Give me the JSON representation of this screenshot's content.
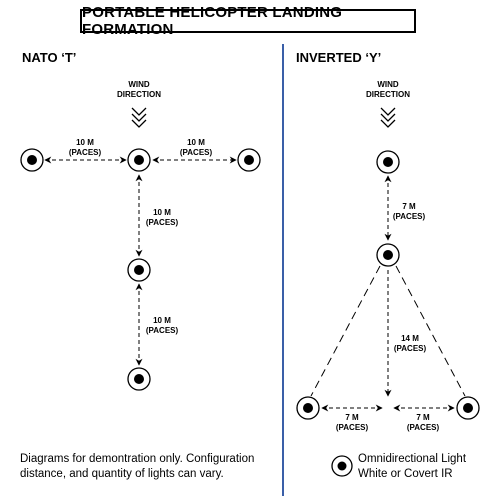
{
  "title": "PORTABLE HELICOPTER LANDING FORMATION",
  "nato": {
    "title": "NATO ‘T’",
    "wind_line1": "WIND",
    "wind_line2": "DIRECTION",
    "dist_left": {
      "line1": "10 M",
      "line2": "(PACES)"
    },
    "dist_right": {
      "line1": "10 M",
      "line2": "(PACES)"
    },
    "dist_down1": {
      "line1": "10 M",
      "line2": "(PACES)"
    },
    "dist_down2": {
      "line1": "10 M",
      "line2": "(PACES)"
    }
  },
  "inverted": {
    "title": "INVERTED ‘Y’",
    "wind_line1": "WIND",
    "wind_line2": "DIRECTION",
    "dist_top": {
      "line1": "7 M",
      "line2": "(PACES)"
    },
    "dist_center": {
      "line1": "14 M",
      "line2": "(PACES)"
    },
    "dist_left": {
      "line1": "7 M",
      "line2": "(PACES)"
    },
    "dist_right": {
      "line1": "7 M",
      "line2": "(PACES)"
    }
  },
  "footnote": "Diagrams for demontration only. Configuration distance, and quantity of lights can vary.",
  "legend": {
    "line1": "Omnidirectional Light",
    "line2": "White or Covert IR"
  },
  "colors": {
    "divider": "#3a5fa8",
    "ink": "#000000"
  }
}
